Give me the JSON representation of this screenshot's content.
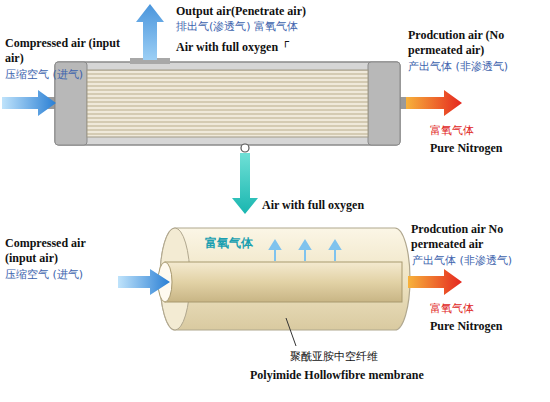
{
  "diagram": {
    "labels": [
      "Compressed air (input air)",
      "压缩空气 (进气)",
      "Output air(Penetrate air)",
      "排出气(渗透气) 富氧气体",
      "Air with full oxygen「",
      "Prodcution air (No permeated air)",
      "产出气体 (非渗透气)",
      "富氧气体",
      "Pure Nitrogen",
      "Air with full oxygen",
      "富氧气体",
      "Compressed air (input air)",
      "压缩空气 (进气)",
      "Prodcution air No permeated air",
      "产出气体 (非渗透气)",
      "富氧气体",
      "Pure Nitrogen",
      "聚酰亚胺中空纤维",
      "Polyimide Hollowfibre membrane"
    ]
  }
}
